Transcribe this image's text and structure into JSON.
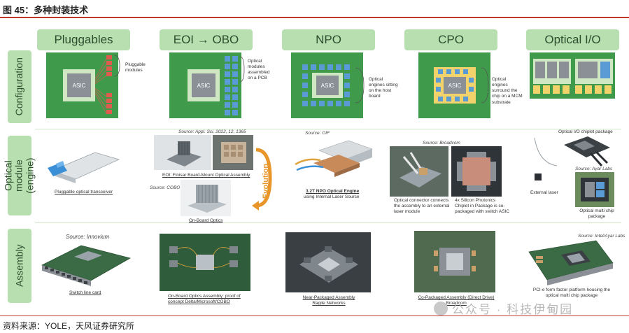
{
  "figure_title": "图 45：多种封装技术",
  "source_note": "资料来源：YOLE，天风证券研究所",
  "watermark": "公众号 · 科技伊甸园",
  "columns": [
    "Pluggables",
    "EOI → OBO",
    "NPO",
    "CPO",
    "Optical I/O"
  ],
  "rows": [
    "Configuration",
    "Optical module (engine)",
    "Assembly"
  ],
  "configuration": {
    "asic_label": "ASIC",
    "pluggables_note": "Pluggable modules",
    "obo_note": "Optical modules assembled on a PCB",
    "npo_note": "Optical engines sitting on the host board",
    "cpo_note": "Optical engines surround the chip on a MCM substrate"
  },
  "module": {
    "pluggable_caption": "Pluggable optical transceiver",
    "eoi_source": "Source: Appl. Sci. 2022, 12, 1365",
    "eoi_caption": "EOI: Finisar Board-Mount Optical Assembly",
    "cobo_source": "Source: COBO",
    "cobo_caption": "On-Board Optics",
    "evolution_label": "Evolution",
    "npo_source": "Source: OIF",
    "npo_caption_title": "3.2T NPO Optical Engine",
    "npo_caption_sub": "using Internal Laser Source",
    "cpo_source": "Source: Broadcom",
    "cpo_caption_left": "Optical connector connects the assembly to an external laser module",
    "cpo_caption_right": "4x Silicon Photonics Chiplet in Package is co-packaged with switch ASIC",
    "oio_caption_top": "Optical I/O chiplet package",
    "oio_source": "Source: Ayar Labs",
    "oio_laser": "External laser",
    "oio_caption_bottom": "Optical multi chip package"
  },
  "assembly": {
    "innovium_source": "Source: Innovium",
    "switch_caption": "Switch line card",
    "obo_caption": "On-Board Optics Assembly: proof of concept Delta/Microsoft/COBO",
    "npo_caption": "Near-Packaged Assembly Ragile Networks",
    "cpo_caption": "Co-Packaged Assembly (Direct Drive) Broadcom",
    "oio_source": "Source: Intel/Ayar Labs",
    "oio_caption": "PCI-e form factor platform housing the optical multi chip package"
  }
}
